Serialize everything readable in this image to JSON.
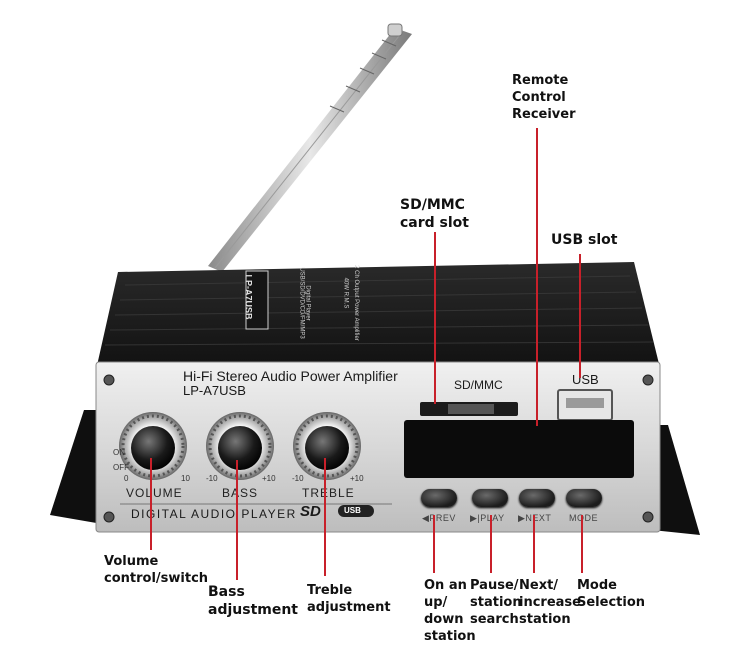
{
  "device": {
    "top_label": "LP-A7USB",
    "top_line1": "USB/SD/DVD/CD/FM/MP3",
    "top_line2": "Digital Player",
    "top_line3": "2 Ch Output Power Amplifier",
    "top_line4": "40W R.M.S",
    "panel_title": "Hi-Fi Stereo Audio Power Amplifier",
    "panel_model": "LP-A7USB",
    "sd_label": "SD/MMC",
    "usb_label": "USB",
    "bottom_banner": "DIGITAL AUDIO PLAYER",
    "sd_logo": "SD",
    "usb_logo": "USB",
    "knobs": [
      {
        "label": "VOLUME",
        "min": "0",
        "max": "10"
      },
      {
        "label": "BASS",
        "min": "-10",
        "max": "+10"
      },
      {
        "label": "TREBLE",
        "min": "-10",
        "max": "+10"
      }
    ],
    "vol_on": "ON",
    "vol_off": "OFF",
    "buttons": [
      "◀PREV",
      "▶|PLAY",
      "▶NEXT",
      "MODE"
    ]
  },
  "callouts": {
    "remote": "Remote\nControl\nReceiver",
    "sd": "SD/MMC\ncard slot",
    "usb": "USB slot",
    "volume": "Volume\ncontrol/switch",
    "bass": "Bass\nadjustment",
    "treble": "Treble\nadjustment",
    "prev": "On an\nup/\ndown\nstation",
    "play": "Pause/\nstation\nsearch",
    "next": "Next/\nincrease\nstation",
    "mode": "Mode\nSelection"
  },
  "colors": {
    "accent_line": "#c8202a",
    "panel": "#dcdcdc",
    "body": "#1d1d1d"
  }
}
